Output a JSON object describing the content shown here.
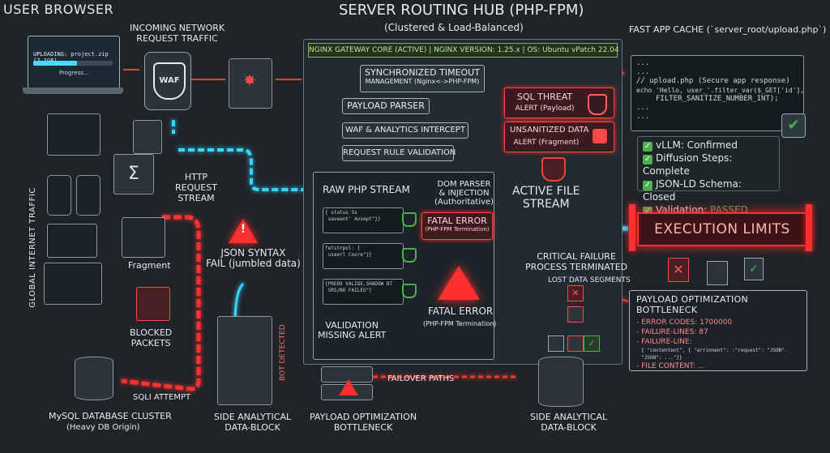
{
  "headings": {
    "user_browser": "USER BROWSER",
    "server_hub": "SERVER ROUTING HUB (PHP-FPM)",
    "server_hub_sub": "(Clustered & Load-Balanced)",
    "fast_cache": "FAST APP CACHE (`server_root/upload.php`)",
    "incoming_traffic": "INCOMING NETWORK\nREQUEST TRAFFIC",
    "global_traffic": "GLOBAL INTERNET TRAFFIC"
  },
  "browser": {
    "upload_text": "UPLOADING: project.zip (2.1GB)",
    "progress_text": "Progress...",
    "progress_fraction": 0.55
  },
  "waf_label": "WAF",
  "gateway_bar": "NGINX GATEWAY CORE (ACTIVE) | NGINX VERSION: 1.25.x | OS: Ubuntu vPatch 22.04",
  "pipeline": {
    "sync_timeout": "SYNCHRONIZED TIMEOUT",
    "sync_timeout_sub": "MANAGEMENT (Nginx<->PHP-FPM)",
    "payload_parser": "PAYLOAD PARSER",
    "waf_intercept": "WAF & ANALYTICS INTERCEPT",
    "rule_validation": "REQUEST RULE VALIDATION"
  },
  "alerts": {
    "sql_threat": "SQL THREAT",
    "sql_threat_sub": "ALERT (Payload)",
    "unsanitized": "UNSANITIZED DATA",
    "unsanitized_sub": "ALERT (Fragment)"
  },
  "cache_code": {
    "l1": "...",
    "l2": "...",
    "l3": "// upload.php (Secure app response)",
    "l4": "echo 'Hello, user_'.filter_var($_GET['id'],",
    "l5": "FILTER_SANITIZE_NUMBER_INT);",
    "l6": "...",
    "l7": "..."
  },
  "checklist": [
    "vLLM: Confirmed",
    "Diffusion Steps: Complete",
    "JSON-LD Schema: Closed",
    "Validation: PASSED"
  ],
  "checklist_pass_word": "PASSED",
  "http_stream": "HTTP\nREQUEST\nSTREAM",
  "raw_php": "RAW PHP STREAM",
  "dom_parser": "DOM PARSER\n& INJECTION\n(Authoritative)",
  "active_file": "ACTIVE FILE\nSTREAM",
  "execution_limits": "EXECUTION LIMITS",
  "fatal1": "FATAL ERROR",
  "fatal1_sub": "(PHP-FPM Termination)",
  "fatal2": "FATAL ERROR",
  "fatal2_sub": "(PHP-FPM Termination)",
  "json_syntax": "JSON SYNTAX\nFAIL (jumbled data)",
  "fragment": "Fragment",
  "blocked_packets": "BLOCKED\nPACKETS",
  "critical_failure": "CRITICAL FAILURE\nPROCESS TERMINATED",
  "lost_segments": "LOST DATA SEGMENTS",
  "validation_missing": "VALIDATION\nMISSING ALERT",
  "failover": "FAILOVER PATHS",
  "bot_detected": "BOT DETECTED",
  "sql_attempt": "SQLI ATTEMPT",
  "mysql": "MySQL DATABASE CLUSTER",
  "mysql_sub": "(Heavy DB Origin)",
  "side_block1": "SIDE ANALYTICAL\nDATA-BLOCK",
  "side_block2": "SIDE ANALYTICAL\nDATA-BLOCK",
  "payload_bottleneck_label": "PAYLOAD OPTIMIZATION\nBOTTLENECK",
  "stream_code": {
    "s1": "{ status 3s\n saveant' Aosept\"}}",
    "s2": "fetstrpol: {\n useerl Coore\"}}",
    "s3": "{PREDO VALIDE,SHADOW BT\n SRS/NO FAILEG\"}"
  },
  "bottleneck_box": {
    "title": "PAYLOAD OPTIMIZATION BOTTLENECK",
    "l1": "- ERROR CODES: 1700000",
    "l2": "- FAILURE-LINES: 87",
    "l3": "- FAILURE-LINE:",
    "l4": "{ \"contentent\", { \"arrinnent\": :\"request\": \"JSON\".",
    "l5": "\"JSON\": ...\"}}",
    "l6": "- FILE CONTENT:  ..."
  },
  "colors": {
    "cyan": "#39d6ff",
    "red": "#ff3030",
    "green": "#4caf50",
    "bg": "#1f2429"
  }
}
